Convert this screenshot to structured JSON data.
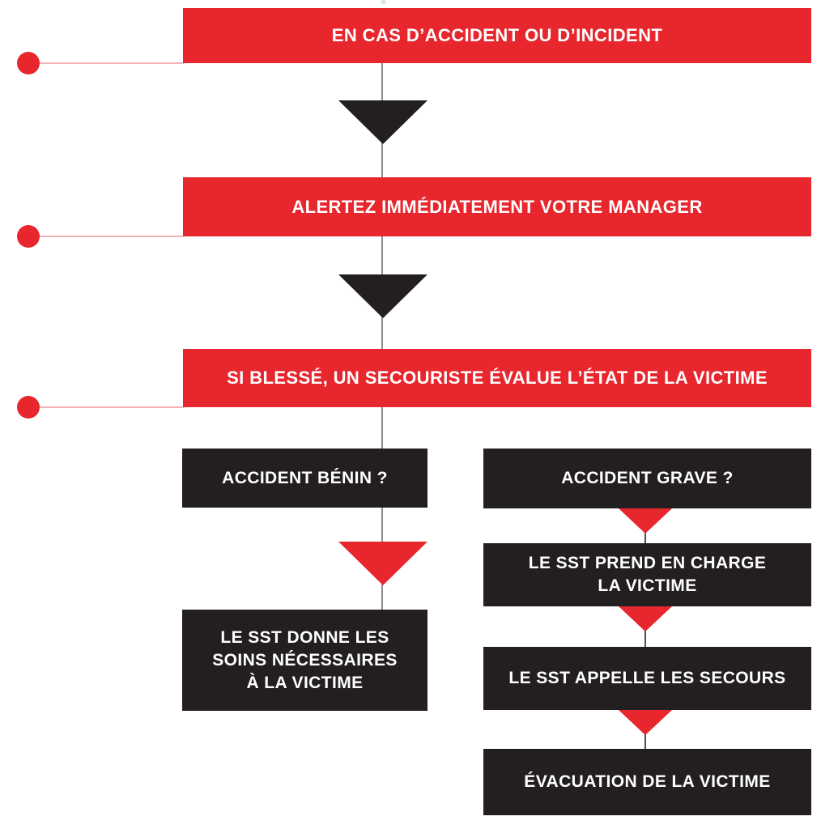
{
  "colors": {
    "red": "#e8262d",
    "dark": "#231f20",
    "connector_gray": "#8c8c8c",
    "connector_dark": "#4d4d4d",
    "pink_line": "#f3b3b8",
    "text_white": "#ffffff",
    "top_artifact": "#cfe7e5"
  },
  "icons": {
    "arrow_down_black": "css-triangle-down",
    "arrow_down_red": "css-triangle-down",
    "bullet_dot": "css-circle"
  },
  "flow": {
    "step1": {
      "label": "EN CAS D’ACCIDENT OU D’INCIDENT"
    },
    "step2": {
      "label": "ALERTEZ IMMÉDIATEMENT VOTRE MANAGER"
    },
    "step3": {
      "label": "SI BLESSÉ, UN SECOURISTE ÉVALUE L’ÉTAT DE LA VICTIME"
    },
    "left_branch": {
      "question": "ACCIDENT BÉNIN ?",
      "action_lines": [
        "LE SST DONNE LES",
        "SOINS NÉCESSAIRES",
        "À LA VICTIME"
      ]
    },
    "right_branch": {
      "question": "ACCIDENT GRAVE ?",
      "action1_lines": [
        "LE SST PREND EN CHARGE",
        "LA VICTIME"
      ],
      "action2": "LE SST APPELLE LES SECOURS",
      "action3": "ÉVACUATION DE LA VICTIME"
    }
  }
}
